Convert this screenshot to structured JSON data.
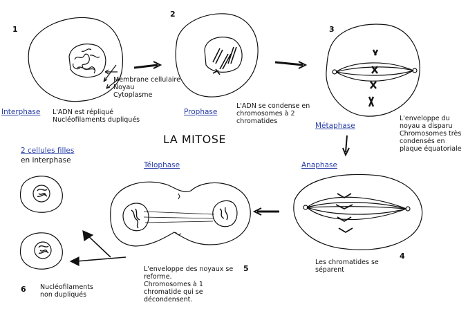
{
  "title": "LA MITOSE",
  "steps": [
    {
      "number": "1",
      "phase": "Interphase",
      "note": "L'ADN est répliqué\nNucléofilaments dupliqués"
    },
    {
      "number": "2",
      "phase": "Prophase",
      "note": "L'ADN se condense en\nchromosomes à 2\nchromatides"
    },
    {
      "number": "3",
      "phase": "Métaphase",
      "note": "L'enveloppe du\nnoyau a disparu\nChromosomes très\ncondensés en\nplaque équatoriale"
    },
    {
      "number": "4",
      "phase": "Anaphase",
      "note": "Les chromatides se\nséparent"
    },
    {
      "number": "5",
      "phase": "Télophase",
      "note": "L'enveloppe des noyaux se\nreforme.\nChromosomes à 1\nchromatide qui se\ndécondensent."
    },
    {
      "number": "6",
      "phase": "2 cellules filles",
      "phase2": "en interphase",
      "note": "Nucléofilaments\nnon dupliqués"
    }
  ],
  "cell_labels": [
    "Membrane cellulaire",
    "Noyau",
    "Cytoplasme"
  ],
  "colors": {
    "ink": "#111111",
    "phase_label": "#2a3fa8",
    "background": "#ffffff"
  }
}
